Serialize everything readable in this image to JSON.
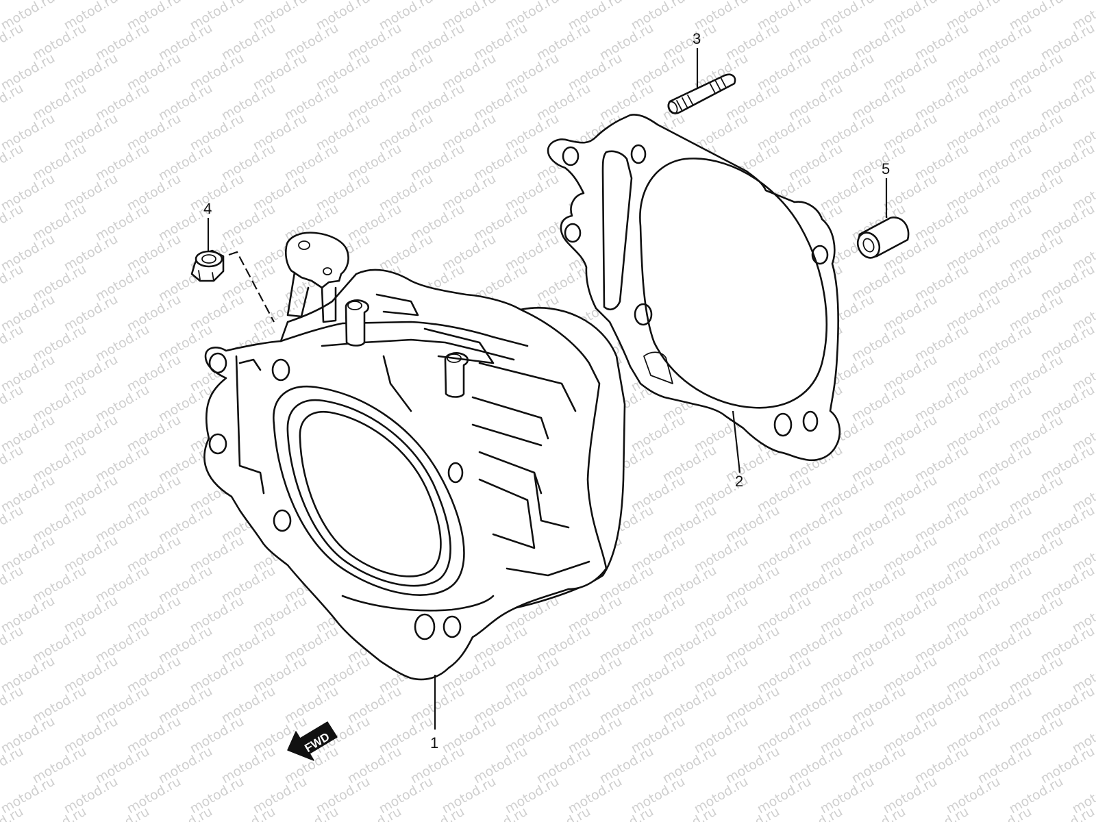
{
  "watermark": "motod.ru",
  "callouts": [
    {
      "id": "1",
      "label": "1"
    },
    {
      "id": "2",
      "label": "2"
    },
    {
      "id": "3",
      "label": "3"
    },
    {
      "id": "4",
      "label": "4"
    },
    {
      "id": "5",
      "label": "5"
    }
  ],
  "direction_marker": {
    "label": "FWD",
    "icon": "arrow-left-down"
  },
  "colors": {
    "line": "#111111",
    "watermark": "#cfcfcf",
    "background": "#ffffff"
  }
}
